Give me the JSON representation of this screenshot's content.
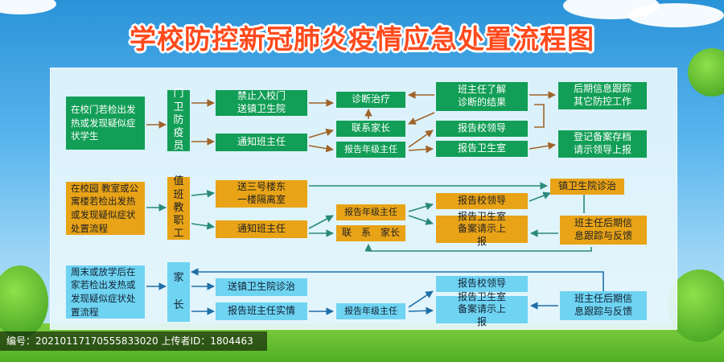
{
  "title": "学校防控新冠肺炎疫情应急处置流程图",
  "footer": "编号：20210117170555833020 上传者ID：1804463",
  "section1": {
    "start": "在校门若检出发热或发现疑似症状学生",
    "role": "门卫防疫员",
    "ban": "禁止入校门送镇卫生院",
    "notify": "通知班主任",
    "diagnose": "诊断治疗",
    "contact_parent": "联系家长",
    "report_grade": "报告年级主任",
    "understand": "班主任了解诊断的结果",
    "report_leader": "报告校领导",
    "report_health": "报告卫生室",
    "followup": "后期信息跟踪其它防控工作",
    "register": "登记备案存档请示领导上报"
  },
  "section2": {
    "start": "在校园  教室或公寓楼若检出发热或发现疑似症状处置流程",
    "role": "值班教职工",
    "isolate": "送三号楼东一楼隔离室",
    "notify": "通知班主任",
    "report_grade": "报告年级主任",
    "contact_parent": "联　系　家长",
    "report_leader": "报告校领导",
    "report_health": "报告卫生室备案请示上报",
    "town_clinic": "镇卫生院诊治",
    "followup": "班主任后期信息跟踪与反馈"
  },
  "section3": {
    "start": "周末或放学后在家若检出发热或发现疑似症状处置流程",
    "role": "家长",
    "send_clinic": "送镇卫生院诊治",
    "report_teacher": "报告班主任实情",
    "report_grade": "报告年级主任",
    "report_leader": "报告校领导",
    "report_health": "报告卫生室备案请示上报",
    "followup": "班主任后期信息跟踪与反馈"
  },
  "colors": {
    "title": "#ff4a1c",
    "green_box": "#129e56",
    "orange_box": "#e8a317",
    "blue_box": "#6fd3f2",
    "arrow_brown": "#a0642a",
    "arrow_teal": "#2a8a7a",
    "arrow_blue": "#1f6fa8"
  }
}
